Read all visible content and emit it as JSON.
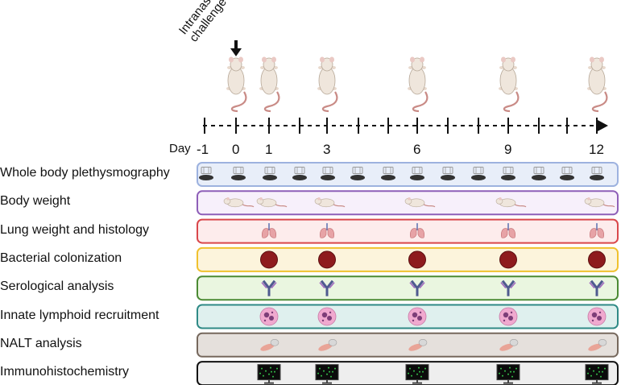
{
  "challenge": {
    "line1": "Intranasal",
    "line2": "challenge"
  },
  "timeline": {
    "day_word": "Day",
    "days": [
      {
        "label": "-1",
        "value": -1
      },
      {
        "label": "0",
        "value": 0
      },
      {
        "label": "1",
        "value": 1
      },
      {
        "label": "3",
        "value": 3
      },
      {
        "label": "6",
        "value": 6
      },
      {
        "label": "9",
        "value": 9
      },
      {
        "label": "12",
        "value": 12
      }
    ],
    "mouse_days": [
      0,
      1,
      3,
      6,
      9,
      12
    ],
    "challenge_day": 0
  },
  "rows": [
    {
      "label": "Whole body plethysmography",
      "fill": "#e8eef9",
      "border": "#9db2df",
      "icon": "plethysmograph-icon",
      "days": "all"
    },
    {
      "label": "Body weight",
      "fill": "#f7f0fb",
      "border": "#8e5fb8",
      "icon": "mouse-icon",
      "days": [
        0,
        1,
        3,
        6,
        9,
        12
      ]
    },
    {
      "label": "Lung weight and histology",
      "fill": "#fdecec",
      "border": "#d9474b",
      "icon": "lungs-icon",
      "days": [
        1,
        3,
        6,
        9,
        12
      ]
    },
    {
      "label": "Bacterial colonization",
      "fill": "#fcf4dc",
      "border": "#f0c12e",
      "icon": "bacteria-plate-icon",
      "days": [
        1,
        3,
        6,
        9,
        12
      ]
    },
    {
      "label": "Serological analysis",
      "fill": "#eaf6e0",
      "border": "#4b8a33",
      "icon": "antibody-icon",
      "days": [
        1,
        3,
        6,
        9,
        12
      ]
    },
    {
      "label": "Innate lymphoid recruitment",
      "fill": "#dff0ee",
      "border": "#2f8a86",
      "icon": "lymphoid-cell-icon",
      "days": [
        1,
        3,
        6,
        9,
        12
      ]
    },
    {
      "label": "NALT analysis",
      "fill": "#e5e0dc",
      "border": "#76685d",
      "icon": "nalt-tissue-icon",
      "days": [
        1,
        3,
        6,
        9,
        12
      ]
    },
    {
      "label": "Immunohistochemistry",
      "fill": "#eeeeee",
      "border": "#111111",
      "icon": "microscope-monitor-icon",
      "days": [
        1,
        3,
        6,
        9,
        12
      ]
    }
  ]
}
